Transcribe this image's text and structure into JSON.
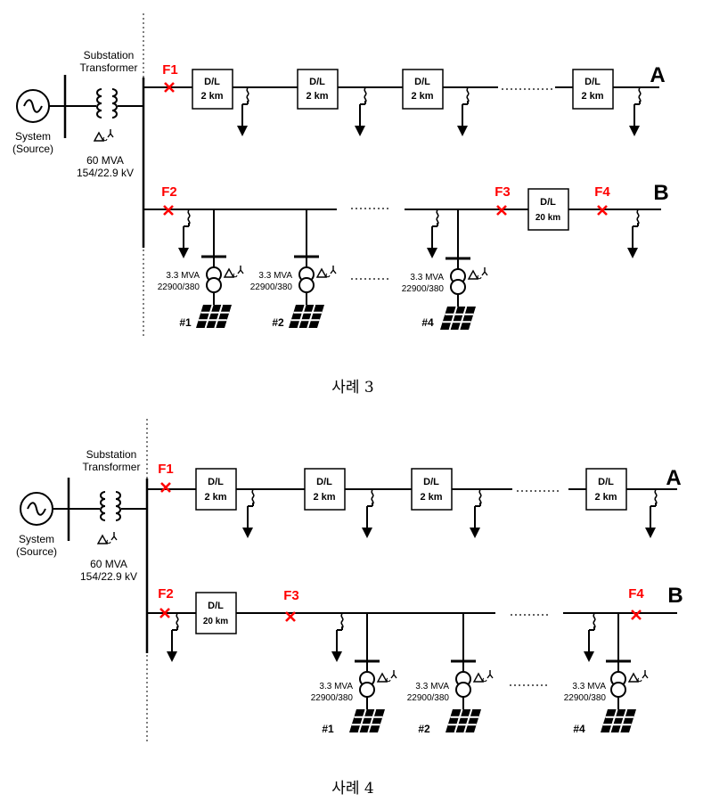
{
  "cases": [
    {
      "caption": "사례 3",
      "source_label": [
        "System",
        "(Source)"
      ],
      "transformer_label": [
        "Substation",
        "Transformer"
      ],
      "transformer_rating": [
        "60 MVA",
        "154/22.9 kV"
      ],
      "feeder_a": {
        "name": "A",
        "lines": [
          [
            "D/L",
            "2 km"
          ],
          [
            "D/L",
            "2 km"
          ],
          [
            "D/L",
            "2 km"
          ],
          [
            "D/L",
            "2 km"
          ]
        ]
      },
      "feeder_b": {
        "name": "B",
        "lines": [
          [
            "D/L",
            "20 km"
          ]
        ],
        "pv_units": [
          {
            "id": "#1",
            "rating": [
              "3.3 MVA",
              "22900/380"
            ]
          },
          {
            "id": "#2",
            "rating": [
              "3.3 MVA",
              "22900/380"
            ]
          },
          {
            "id": "#4",
            "rating": [
              "3.3 MVA",
              "22900/380"
            ]
          }
        ]
      },
      "faults": [
        "F1",
        "F2",
        "F3",
        "F4"
      ]
    },
    {
      "caption": "사례 4",
      "source_label": [
        "System",
        "(Source)"
      ],
      "transformer_label": [
        "Substation",
        "Transformer"
      ],
      "transformer_rating": [
        "60 MVA",
        "154/22.9 kV"
      ],
      "feeder_a": {
        "name": "A",
        "lines": [
          [
            "D/L",
            "2 km"
          ],
          [
            "D/L",
            "2 km"
          ],
          [
            "D/L",
            "2 km"
          ],
          [
            "D/L",
            "2 km"
          ]
        ]
      },
      "feeder_b": {
        "name": "B",
        "lines": [
          [
            "D/L",
            "20 km"
          ]
        ],
        "pv_units": [
          {
            "id": "#1",
            "rating": [
              "3.3 MVA",
              "22900/380"
            ]
          },
          {
            "id": "#2",
            "rating": [
              "3.3 MVA",
              "22900/380"
            ]
          },
          {
            "id": "#4",
            "rating": [
              "3.3 MVA",
              "22900/380"
            ]
          }
        ]
      },
      "faults": [
        "F1",
        "F2",
        "F3",
        "F4"
      ]
    }
  ],
  "colors": {
    "line": "#000000",
    "fault": "#ff0000"
  },
  "icon_names": [
    "ac-source-icon",
    "transformer-coil-icon",
    "delta-wye-icon",
    "load-arrow-icon",
    "pv-panel-icon"
  ]
}
